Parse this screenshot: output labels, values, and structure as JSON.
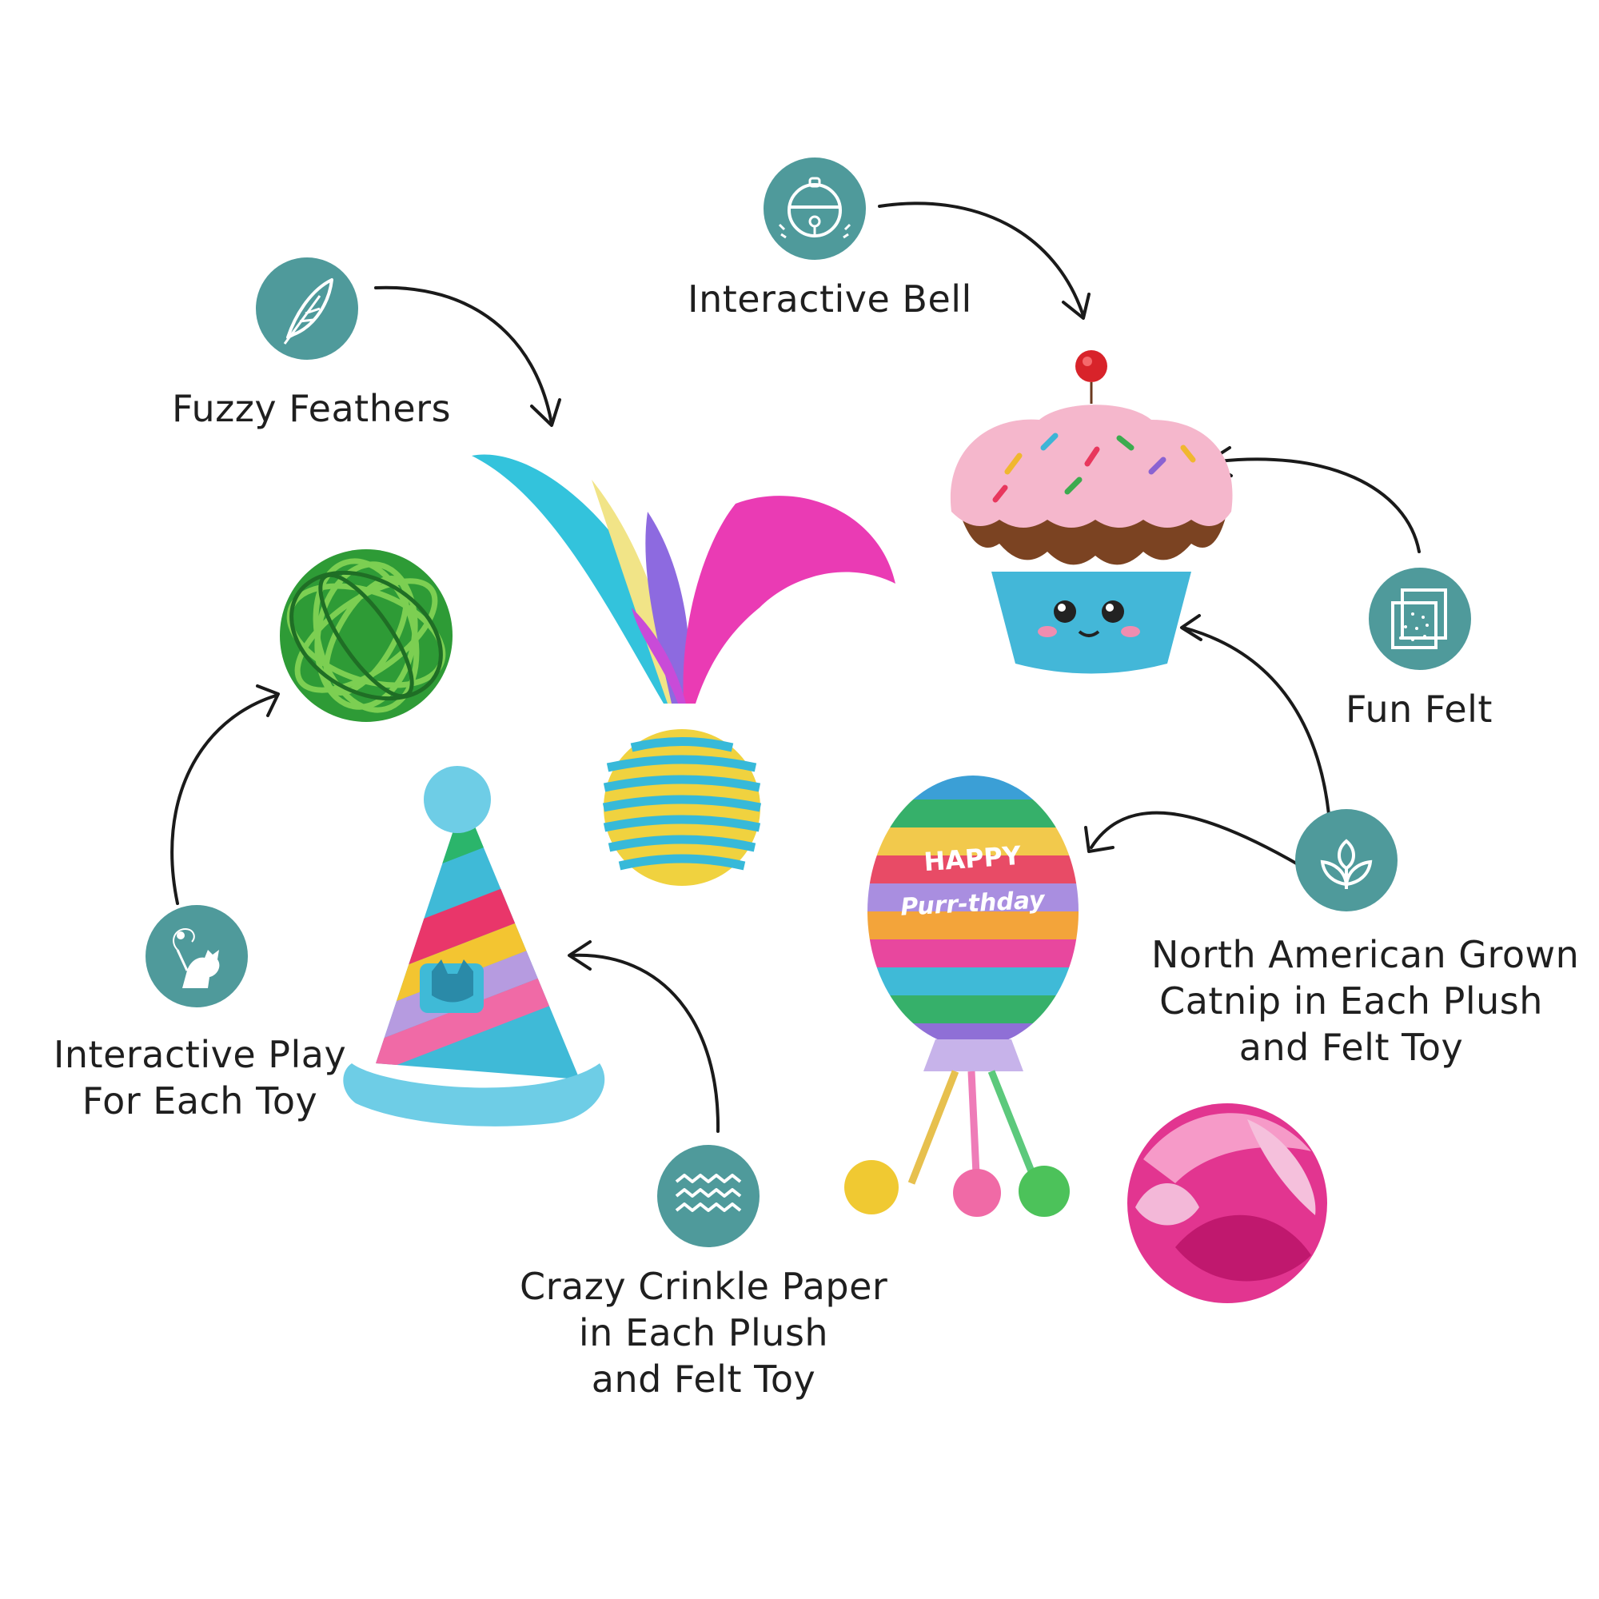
{
  "features": [
    {
      "id": "feathers",
      "label_lines": [
        "Fuzzy Feathers"
      ],
      "icon": "feather-icon"
    },
    {
      "id": "bell",
      "label_lines": [
        "Interactive Bell"
      ],
      "icon": "bell-icon"
    },
    {
      "id": "felt",
      "label_lines": [
        "Fun Felt"
      ],
      "icon": "felt-icon"
    },
    {
      "id": "catnip",
      "label_lines": [
        "North American Grown",
        "Catnip in Each Plush",
        "and Felt Toy"
      ],
      "icon": "sprout-icon"
    },
    {
      "id": "crinkle",
      "label_lines": [
        "Crazy Crinkle Paper",
        "in Each Plush",
        "and Felt Toy"
      ],
      "icon": "waves-icon"
    },
    {
      "id": "play",
      "label_lines": [
        "Interactive Play",
        "For Each Toy"
      ],
      "icon": "cat-wand-icon"
    }
  ],
  "products": {
    "balloon_text_top": "HAPPY",
    "balloon_text_bottom": "Purr-thday"
  },
  "colors": {
    "badge": "#4f9a9b",
    "arrow": "#1a1a1a",
    "text": "#1f1f1f"
  }
}
